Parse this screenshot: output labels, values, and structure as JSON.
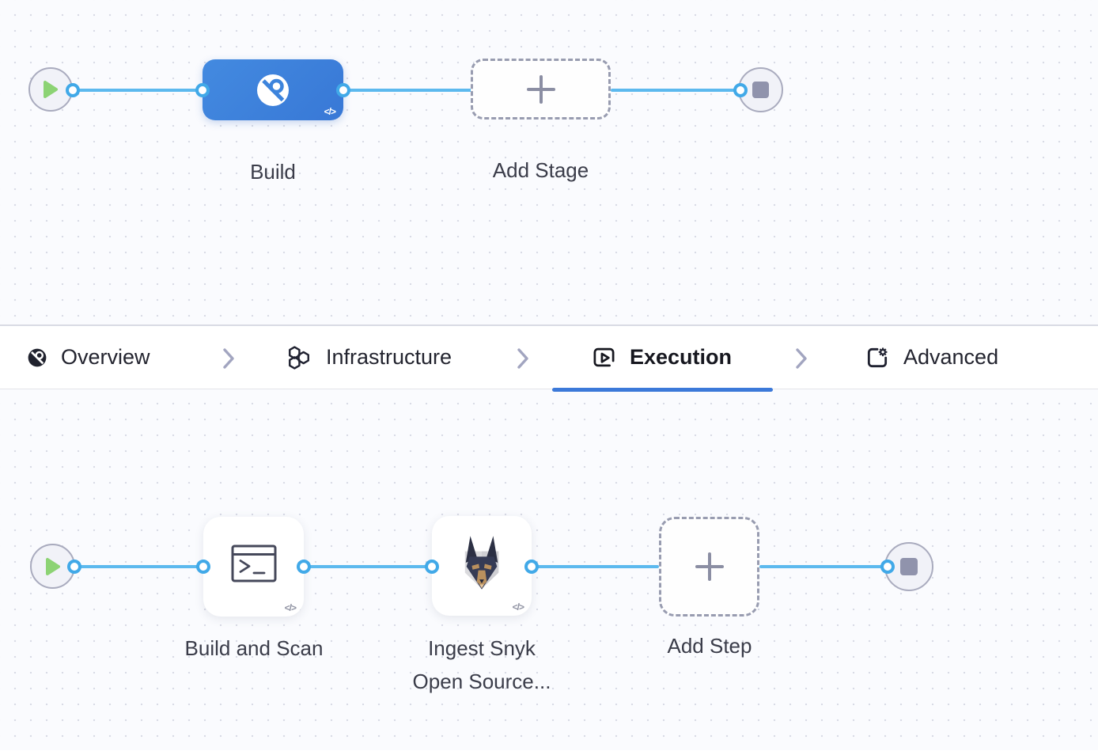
{
  "colors": {
    "accent_blue": "#3d84dc",
    "connector_blue": "#5cb9ee",
    "tab_underline_blue": "#3c79d9",
    "canvas_bg": "#fafbfe",
    "play_green": "#8cd374",
    "end_node_grey": "#9093ac"
  },
  "stage_pipeline": {
    "stages": [
      {
        "label": "Build",
        "icon": "ci-build-icon",
        "code_badge": "</>"
      }
    ],
    "add_stage_label": "Add Stage"
  },
  "tab_bar": {
    "tabs": [
      {
        "label": "Overview",
        "icon": "ci-overview-icon",
        "selected": false
      },
      {
        "label": "Infrastructure",
        "icon": "infrastructure-hexagons-icon",
        "selected": false
      },
      {
        "label": "Execution",
        "icon": "execution-play-icon",
        "selected": true
      },
      {
        "label": "Advanced",
        "icon": "advanced-settings-icon",
        "selected": false
      }
    ]
  },
  "step_pipeline": {
    "steps": [
      {
        "label": "Build and Scan",
        "icon": "run-step-terminal-icon",
        "code_badge": "</>"
      },
      {
        "label": "Ingest Snyk Open Source...",
        "label_lines": [
          "Ingest Snyk",
          "Open Source..."
        ],
        "icon": "snyk-dog-icon",
        "code_badge": "</>"
      }
    ],
    "add_step_label": "Add Step"
  }
}
